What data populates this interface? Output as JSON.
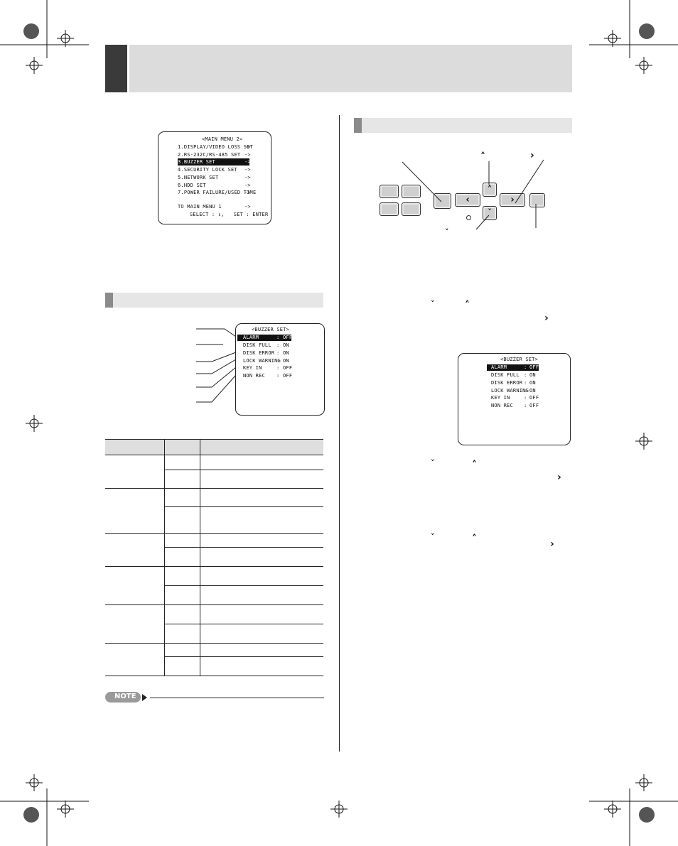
{
  "main_menu_2": {
    "title": "<MAIN MENU 2>",
    "items": [
      {
        "label": "1.DISPLAY/VIDEO LOSS SET",
        "arrow": "->"
      },
      {
        "label": "2.RS-232C/RS-485 SET",
        "arrow": "->"
      },
      {
        "label": "3.BUZZER SET",
        "arrow": "->"
      },
      {
        "label": "4.SECURITY LOCK SET",
        "arrow": "->"
      },
      {
        "label": "5.NETWORK SET",
        "arrow": "->"
      },
      {
        "label": "6.HDD SET",
        "arrow": "->"
      },
      {
        "label": "7.POWER FAILURE/USED TIME",
        "arrow": "->"
      }
    ],
    "return_label": "TO MAIN MENU 1",
    "return_arrow": "->",
    "hint": "SELECT : ↕,   SET : ENTER"
  },
  "buzzer_set": {
    "title": "<BUZZER SET>",
    "rows": [
      {
        "name": "ALARM",
        "sep": ":",
        "value": "OFF"
      },
      {
        "name": "DISK FULL",
        "sep": ":",
        "value": "ON"
      },
      {
        "name": "DISK ERROR",
        "sep": ":",
        "value": "ON"
      },
      {
        "name": "LOCK WARNING",
        "sep": ":",
        "value": "ON"
      },
      {
        "name": "KEY IN",
        "sep": ":",
        "value": "OFF"
      },
      {
        "name": "NON REC",
        "sep": ":",
        "value": "OFF"
      }
    ]
  },
  "note_label": "NOTE",
  "controls": {
    "up": "^",
    "down": "v",
    "left": "<",
    "right": ">"
  },
  "colors": {
    "header_band": "#dcdcdc",
    "header_tab": "#3a3a3a",
    "section_bar": "#e6e6e6",
    "section_tab": "#8a8a8a"
  }
}
